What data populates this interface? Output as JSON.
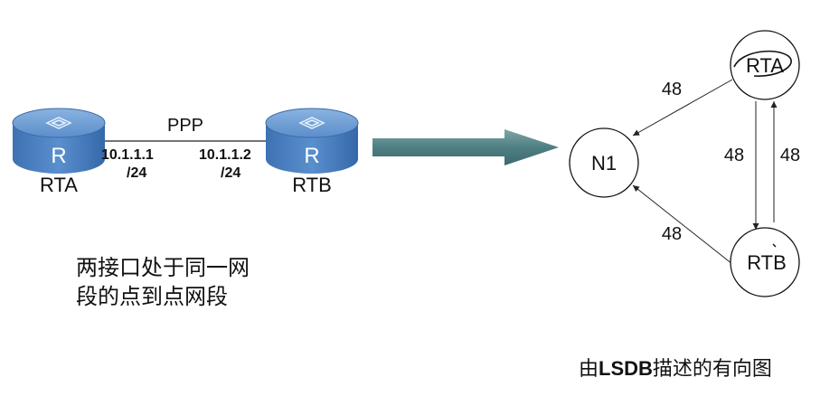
{
  "left_diagram": {
    "router_a": {
      "name": "RTA",
      "glyph": "R",
      "ip": "10.1.1.1",
      "mask": "/24"
    },
    "router_b": {
      "name": "RTB",
      "glyph": "R",
      "ip": "10.1.1.2",
      "mask": "/24"
    },
    "link_label": "PPP",
    "caption_line1": "两接口处于同一网",
    "caption_line2": "段的点到点网段"
  },
  "right_graph": {
    "nodes": {
      "rta": "RTA",
      "rtb": "RTB",
      "n1": "N1"
    },
    "edge_labels": {
      "rta_to_n1": "48",
      "rta_to_rtb": "48",
      "rtb_to_rta": "48",
      "rtb_to_n1": "48"
    },
    "caption_prefix": "由",
    "caption_bold": "LSDB",
    "caption_suffix": "描述的有向图"
  },
  "colors": {
    "router_body": "#4a7fc0",
    "router_top": "#6a9ad0",
    "arrow": "#4e7f82",
    "line": "#222222"
  },
  "icons": [
    "router-icon",
    "block-arrow-icon"
  ]
}
